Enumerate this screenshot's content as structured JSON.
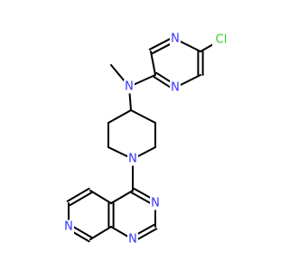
{
  "molecule": {
    "atom_colors": {
      "N": "#3333ff",
      "Cl": "#33cc33",
      "C": "#000000"
    },
    "labels": {
      "cl": "Cl",
      "n_pyr_a": "N",
      "n_pyr_b": "N",
      "n_amine": "N",
      "n_pip": "N",
      "n_q3": "N",
      "n_q1": "N",
      "n_py": "N"
    }
  }
}
